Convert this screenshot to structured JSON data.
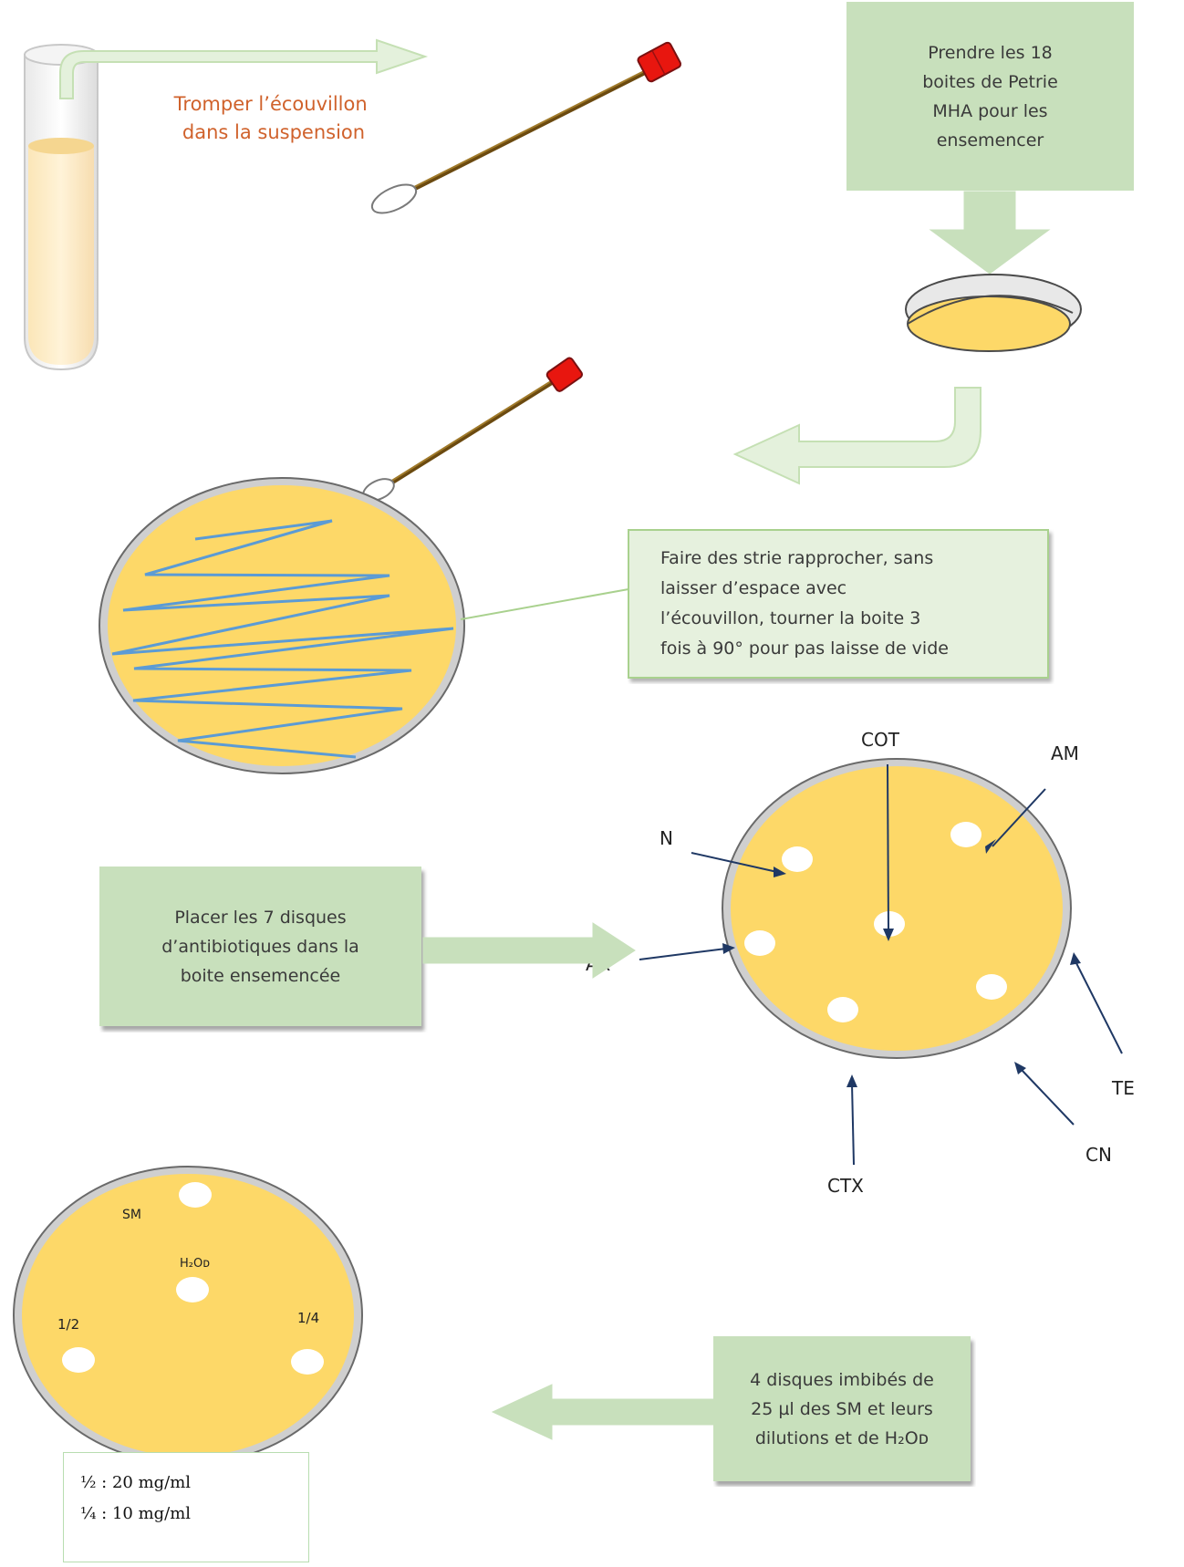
{
  "step1_label": "Tromper l’écouvillon\ndans la suspension",
  "step2_box": "Prendre les 18\nboites de Petrie\nMHA pour les\nensemencer",
  "step3_box": "Faire des strie rapprocher, sans\nlaisser d’espace avec\nl’écouvillon, tourner la boite 3\nfois à 90° pour pas laisse de vide",
  "step4_box": "Placer les 7 disques\nd’antibiotiques dans la\nboite ensemencée",
  "step5_box": "4 disques imbibés de\n25 µl des SM et leurs\ndilutions et de H₂Oᴅ",
  "antibiotics": {
    "cot": "COT",
    "am": "AM",
    "n": "N",
    "ax": "AX",
    "te": "TE",
    "cn": "CN",
    "ctx": "CTX"
  },
  "final_plate": {
    "sm": "SM",
    "h2o": "H₂Oᴅ",
    "half": "1/2",
    "quarter": "1/4"
  },
  "legend": {
    "line1": "½ : 20 mg/ml",
    "line2": "¼ : 10 mg/ml"
  },
  "colors": {
    "agar": "#fdd868",
    "box_green": "#c8e0bc",
    "arrow_green": "#e4f1dc",
    "arrow_stroke": "#c5e0b4",
    "swab_cap": "#e8160f",
    "streak_blue": "#5b9bd5",
    "pointer_navy": "#1f3864",
    "label_orange": "#d0622c"
  }
}
